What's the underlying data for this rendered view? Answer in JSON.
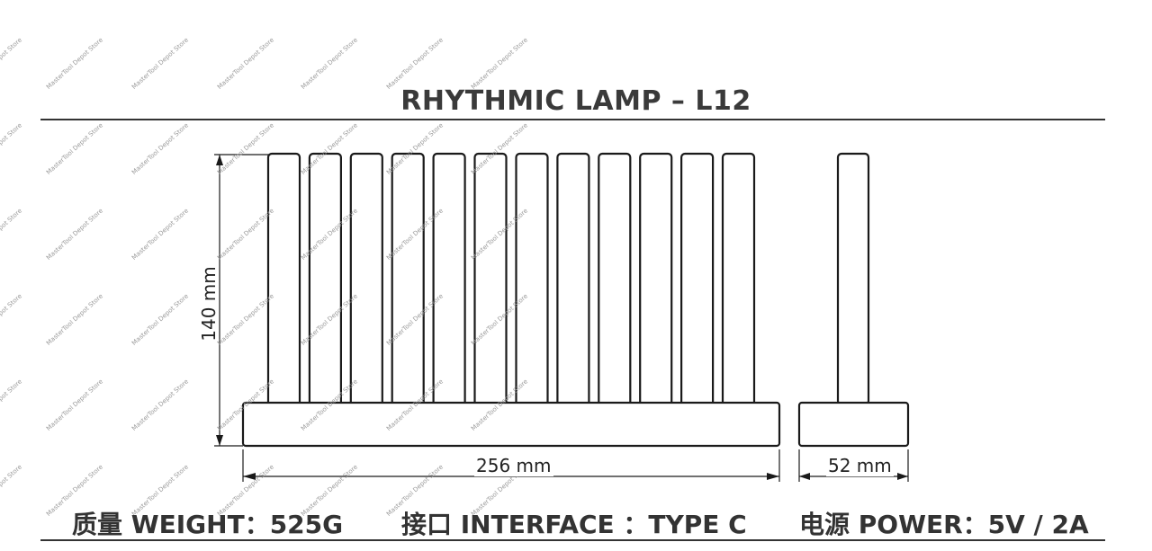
{
  "title": "RHYTHMIC LAMP – L12",
  "dimensions": {
    "height": "140 mm",
    "width": "256 mm",
    "depth": "52 mm"
  },
  "specs": {
    "weight": "质量 WEIGHT：525G",
    "interface": "接口 INTERFACE ：TYPE C",
    "power": "电源 POWER：5V / 2A"
  },
  "watermark": "MasterTool Depot Store",
  "lamp": {
    "tube_count": 12
  },
  "colors": {
    "line": "#1a1a1a",
    "text": "#333333"
  }
}
